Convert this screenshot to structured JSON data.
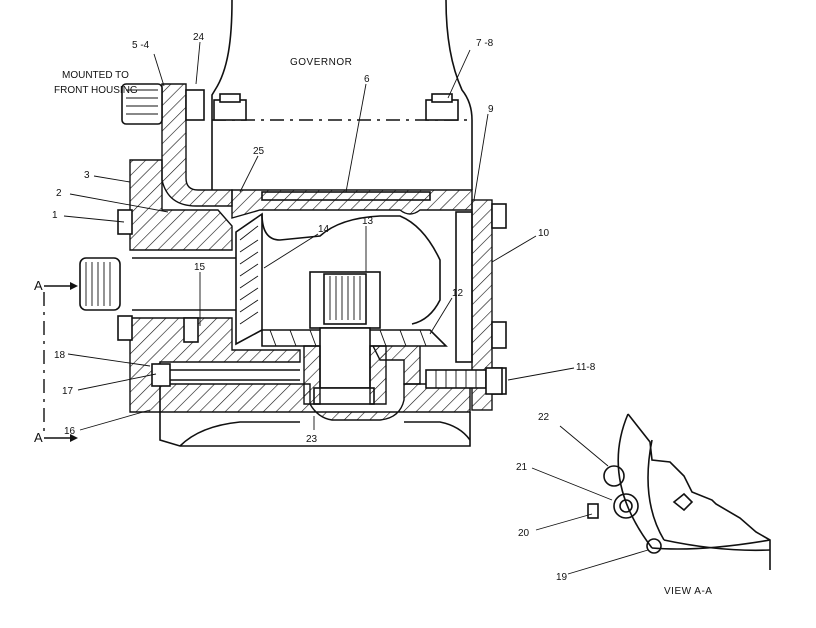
{
  "title": "GOVERNOR",
  "mount_note": [
    "MOUNTED TO",
    "FRONT HOUSING"
  ],
  "section_marker": "A",
  "view_caption": "VIEW  A-A",
  "callouts": {
    "c1": "1",
    "c2": "2",
    "c3": "3",
    "c5_4": "5 -4",
    "c24": "24",
    "c6": "6",
    "c7_8": "7 -8",
    "c9": "9",
    "c10": "10",
    "c25": "25",
    "c13": "13",
    "c14": "14",
    "c15": "15",
    "c12": "12",
    "c18": "18",
    "c17": "17",
    "c16": "16",
    "c23": "23",
    "c11_8": "11-8",
    "c22": "22",
    "c21": "21",
    "c20": "20",
    "c19": "19"
  }
}
